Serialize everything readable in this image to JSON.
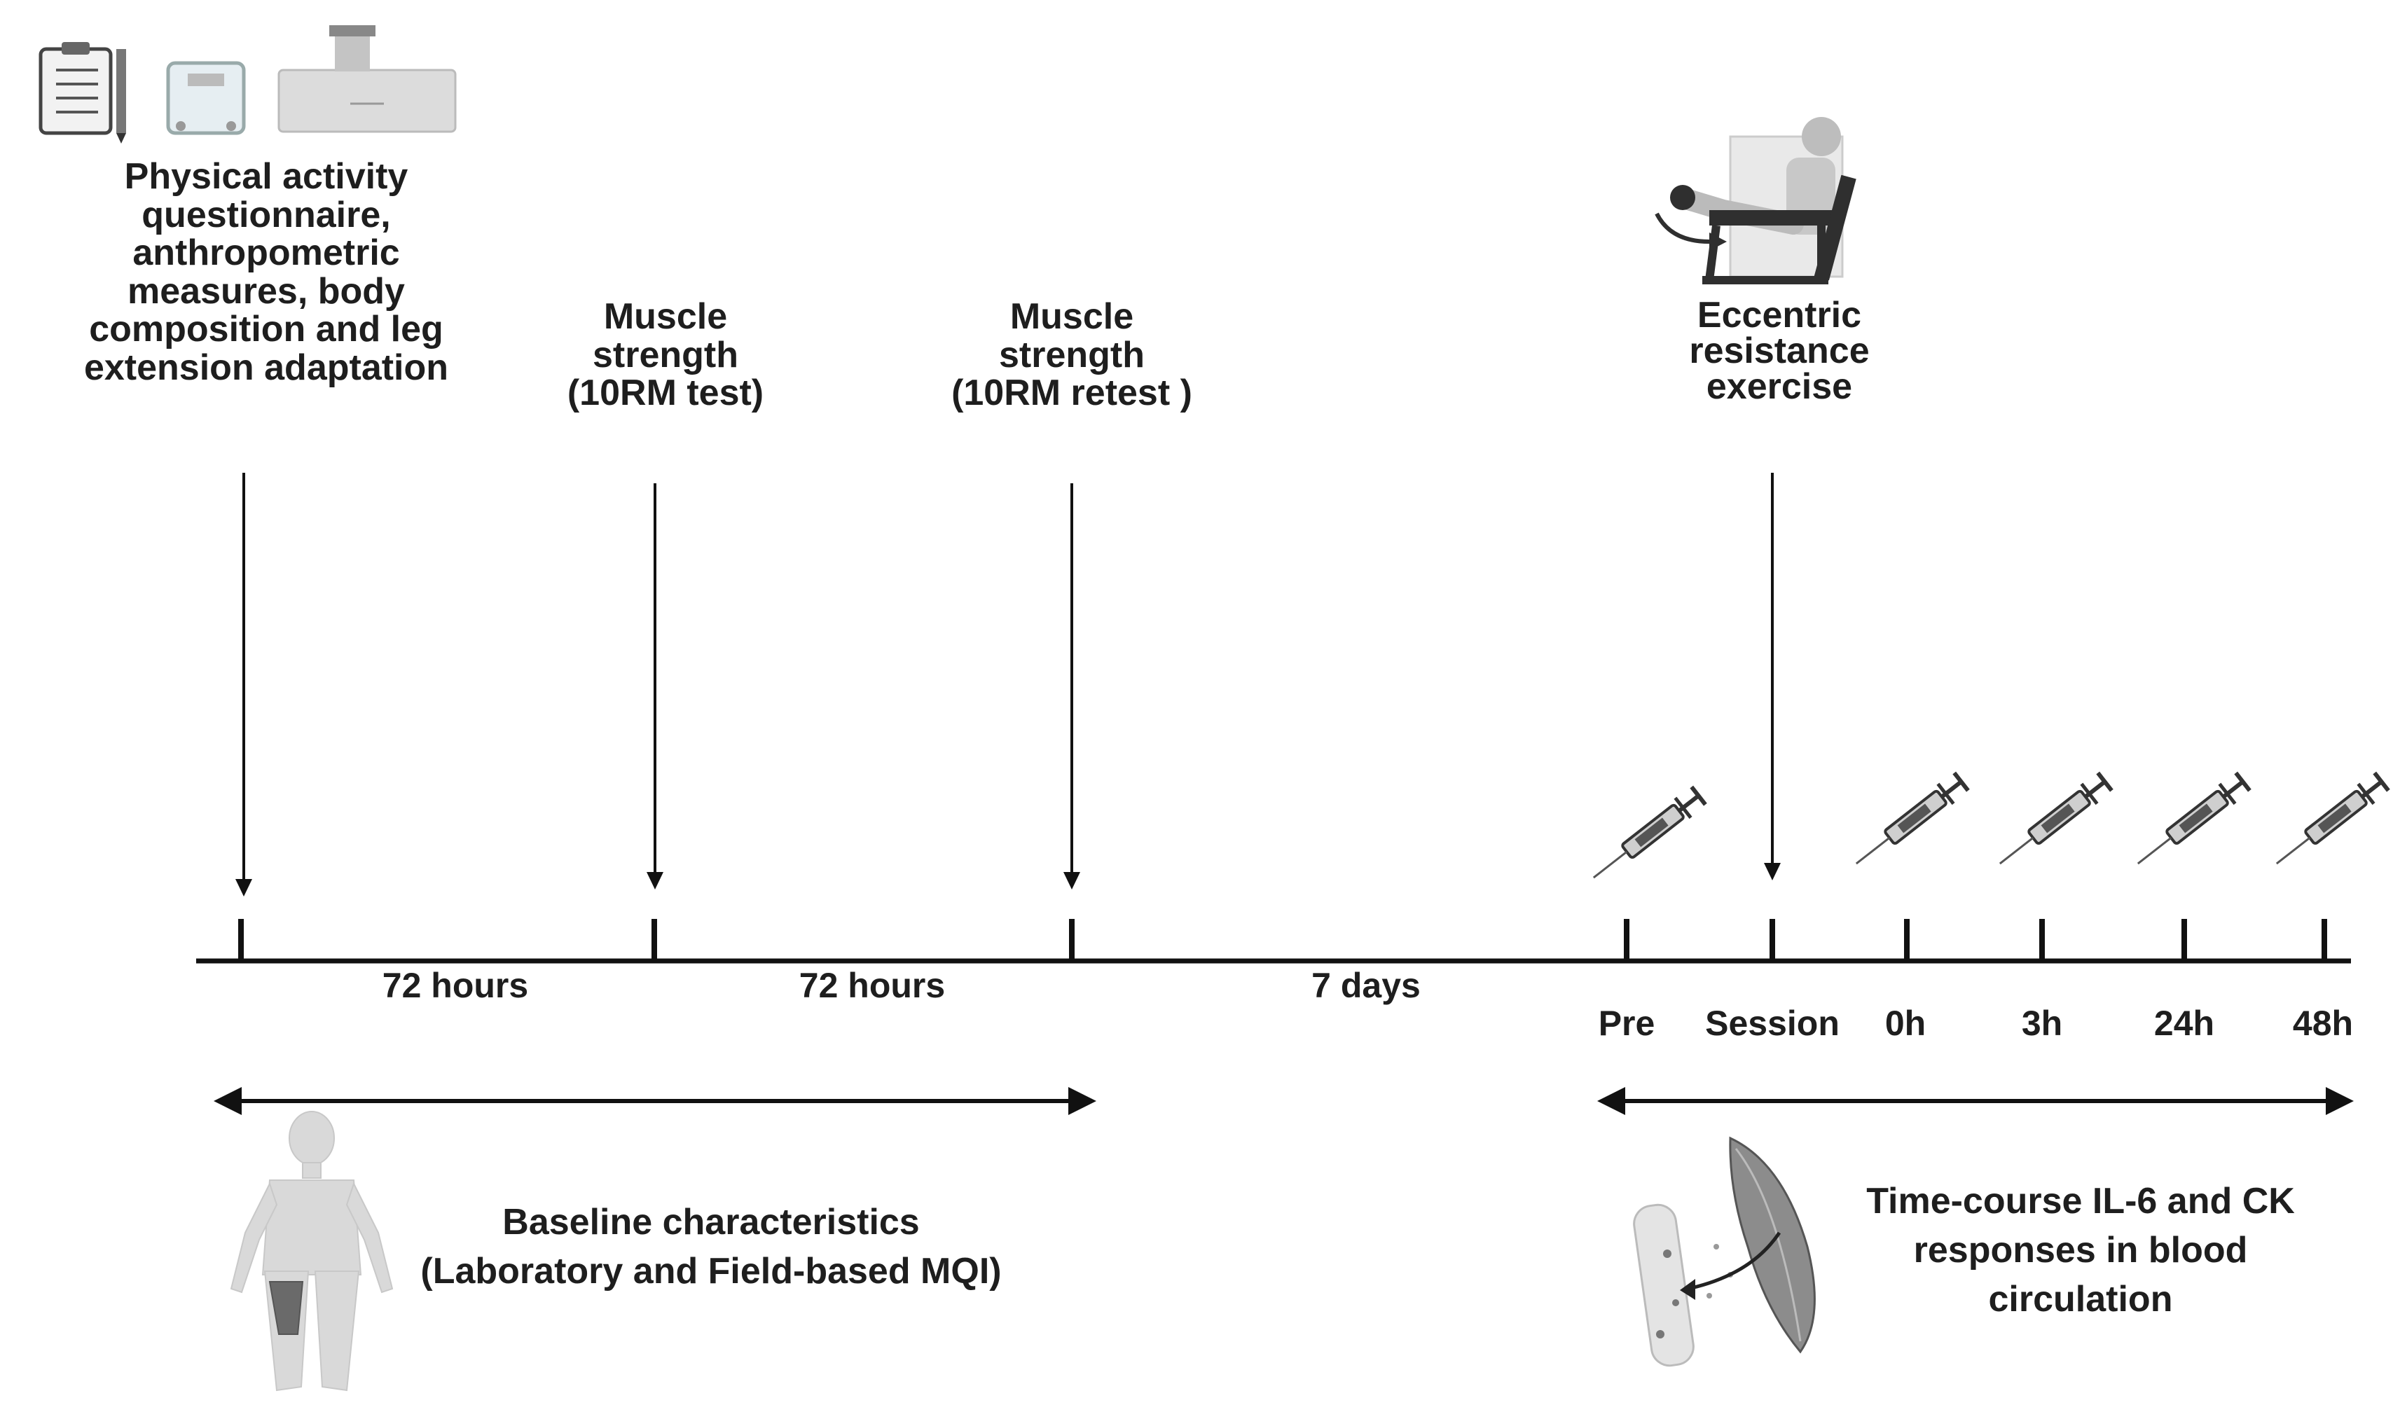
{
  "milestones": {
    "baseline_tests": {
      "lines": [
        "Physical activity",
        "questionnaire,",
        "anthropometric",
        "measures, body",
        "composition and  leg",
        "extension adaptation"
      ]
    },
    "test_10rm": {
      "lines": [
        "Muscle",
        "strength",
        "(10RM test)"
      ]
    },
    "retest_10rm": {
      "lines": [
        "Muscle",
        "strength",
        "(10RM retest )"
      ]
    },
    "eccentric_exercise": {
      "lines": [
        "Eccentric",
        "resistance",
        "exercise"
      ]
    }
  },
  "intervals": {
    "first": "72 hours",
    "second": "72 hours",
    "third": "7 days"
  },
  "timepoints": [
    "Pre",
    "Session",
    "0h",
    "3h",
    "24h",
    "48h"
  ],
  "phases": {
    "baseline": {
      "lines": [
        "Baseline characteristics",
        "(Laboratory and Field-based MQI)"
      ]
    },
    "responses": {
      "lines": [
        "Time-course  IL-6 and CK",
        "responses in blood",
        "circulation"
      ]
    }
  },
  "icons": [
    "clipboard-icon",
    "scale-icon",
    "bioimpedance-device-icon",
    "leg-extension-machine-icon",
    "syringe-icon",
    "human-body-icon",
    "blood-vessel-muscle-icon"
  ],
  "colors": {
    "line": "#111111",
    "icon_gray": "#9a9a9a",
    "icon_light": "#d6d6d6"
  }
}
